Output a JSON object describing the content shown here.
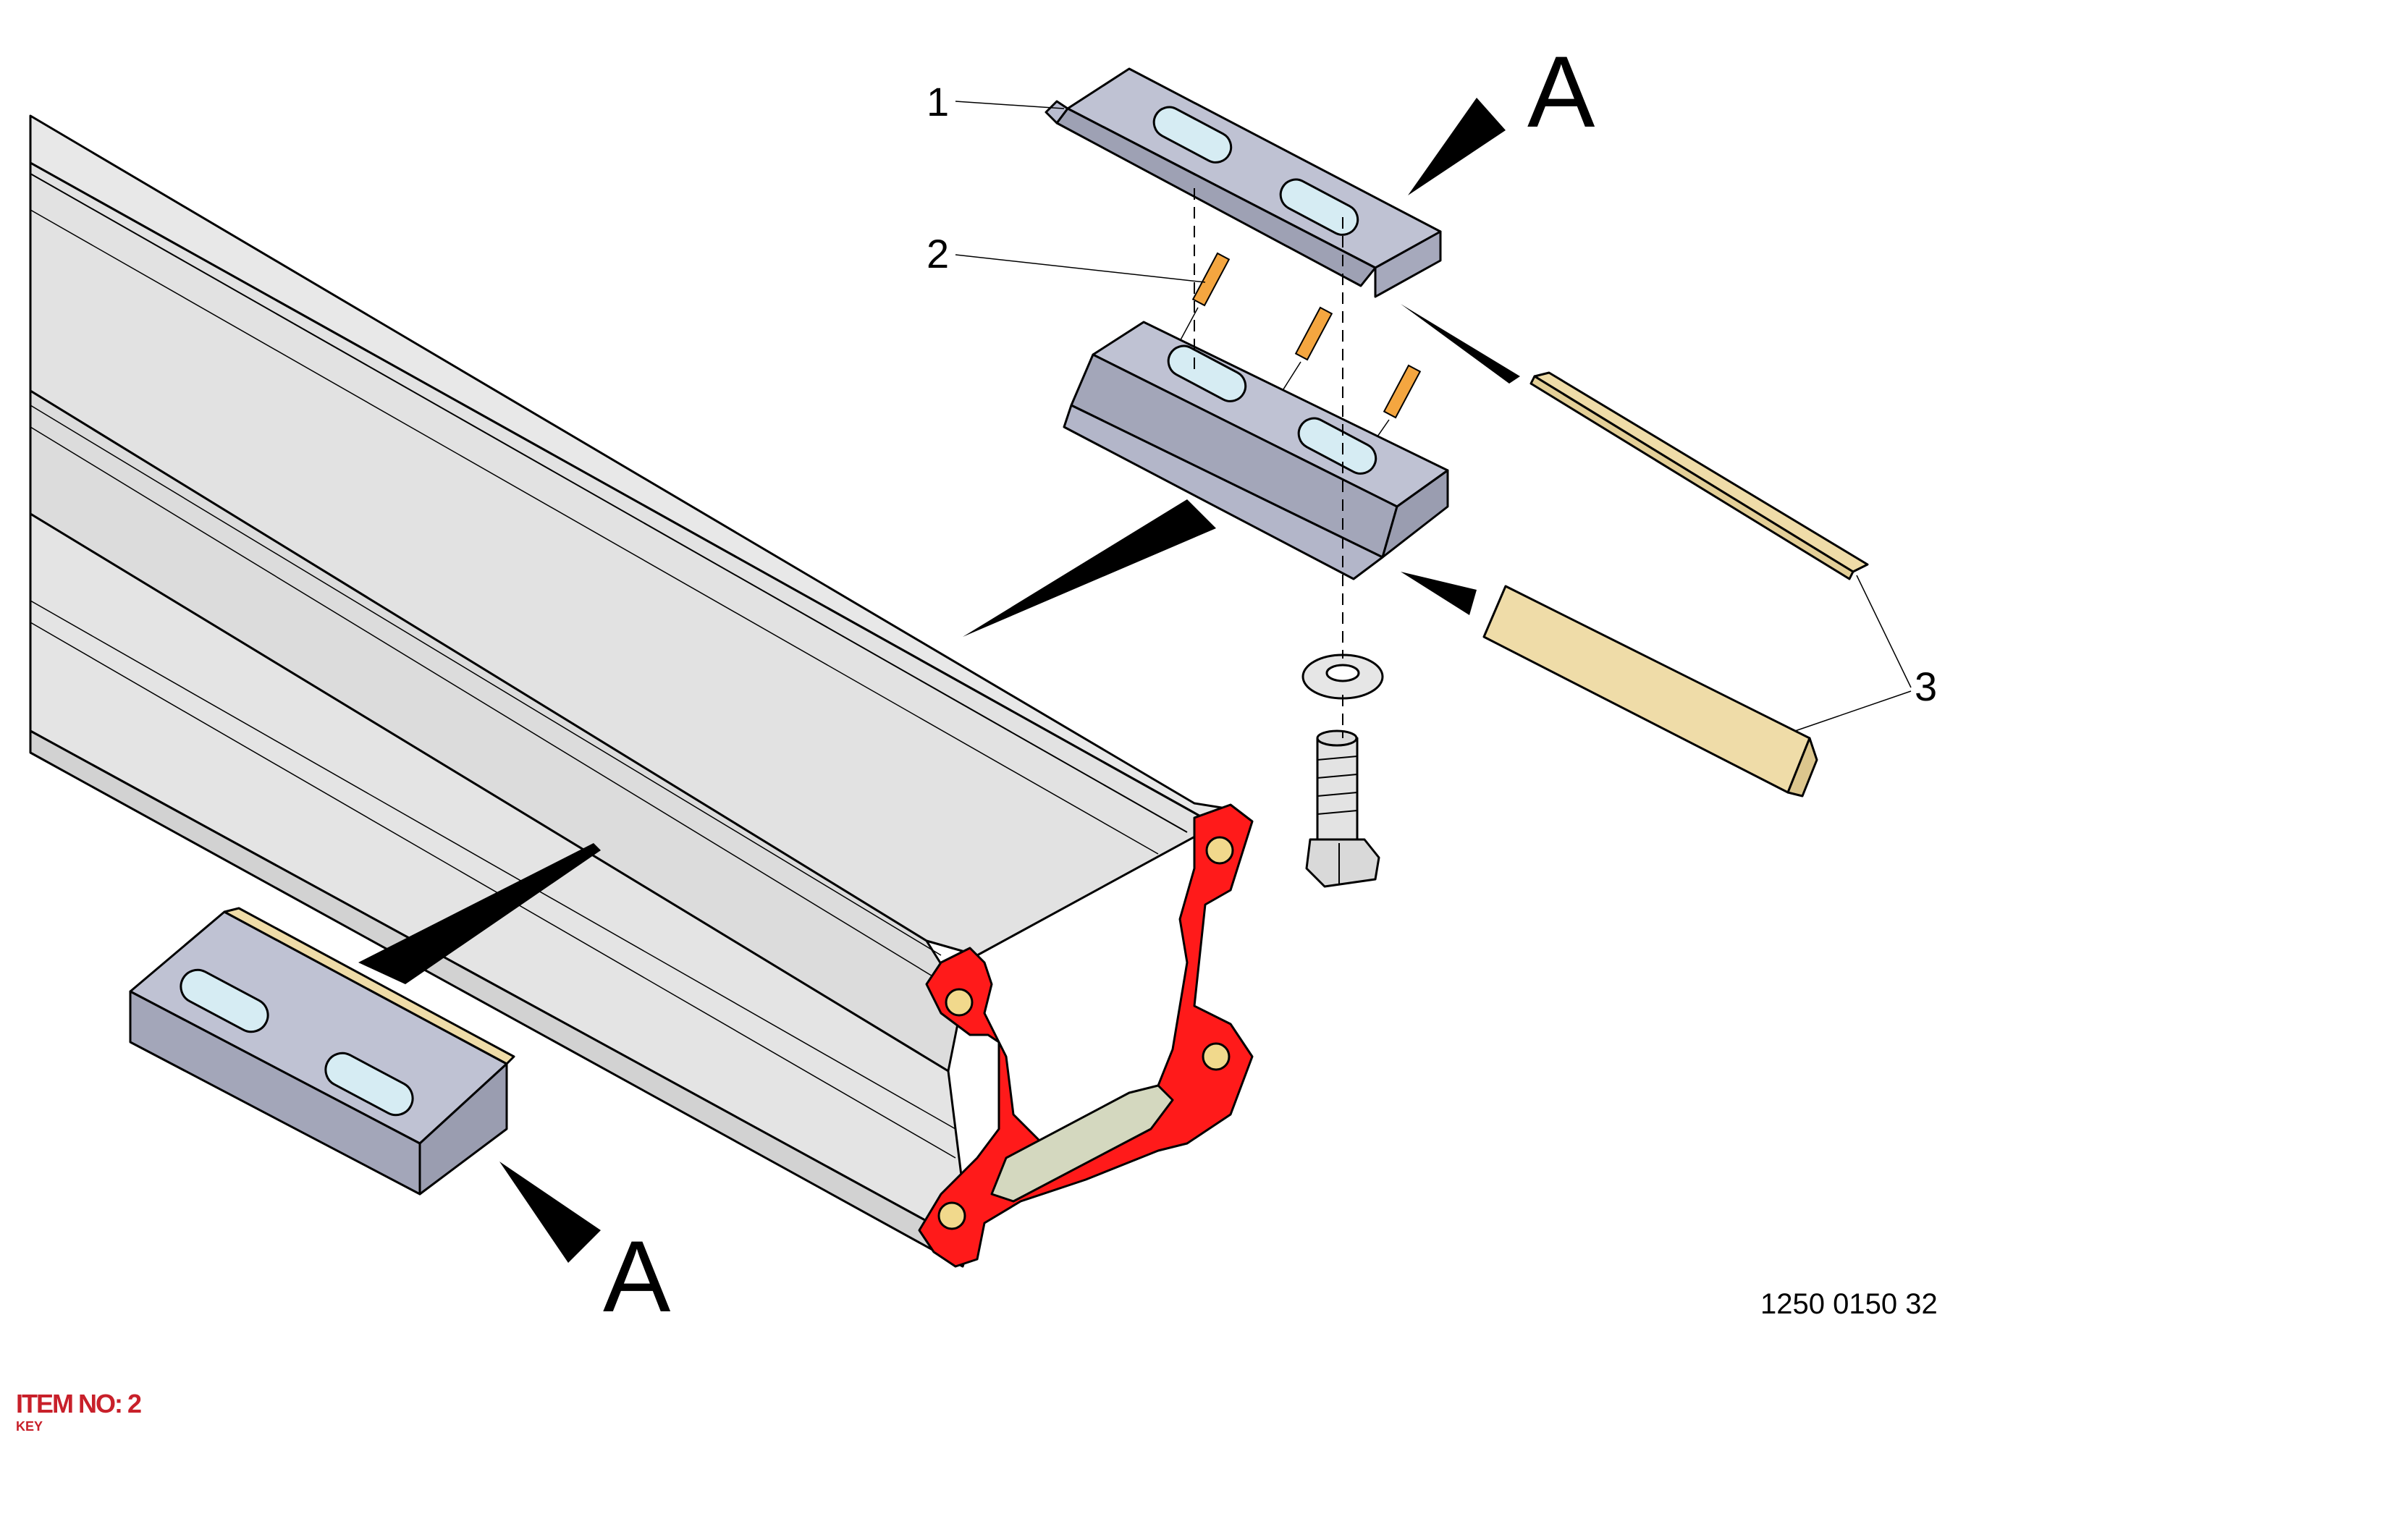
{
  "callouts": {
    "c1": "1",
    "c2": "2",
    "c3": "3",
    "view_a_top": "A",
    "view_a_bottom": "A"
  },
  "part_number": "1250 0150 32",
  "item": {
    "label": "ITEM NO: 2",
    "key": "KEY"
  },
  "colors": {
    "rail_body": "#e6e6e6",
    "rail_shade": "#cfcfcf",
    "section_cut": "#ff1a1a",
    "section_inner": "#d4d8bf",
    "clamp_block": "#b9bccf",
    "slot": "#d6ecf3",
    "pin": "#f4a640",
    "insert_strip": "#efdca8",
    "outline": "#000000"
  },
  "icons": [
    "pointer-arrow-icon",
    "view-marker-icon"
  ]
}
